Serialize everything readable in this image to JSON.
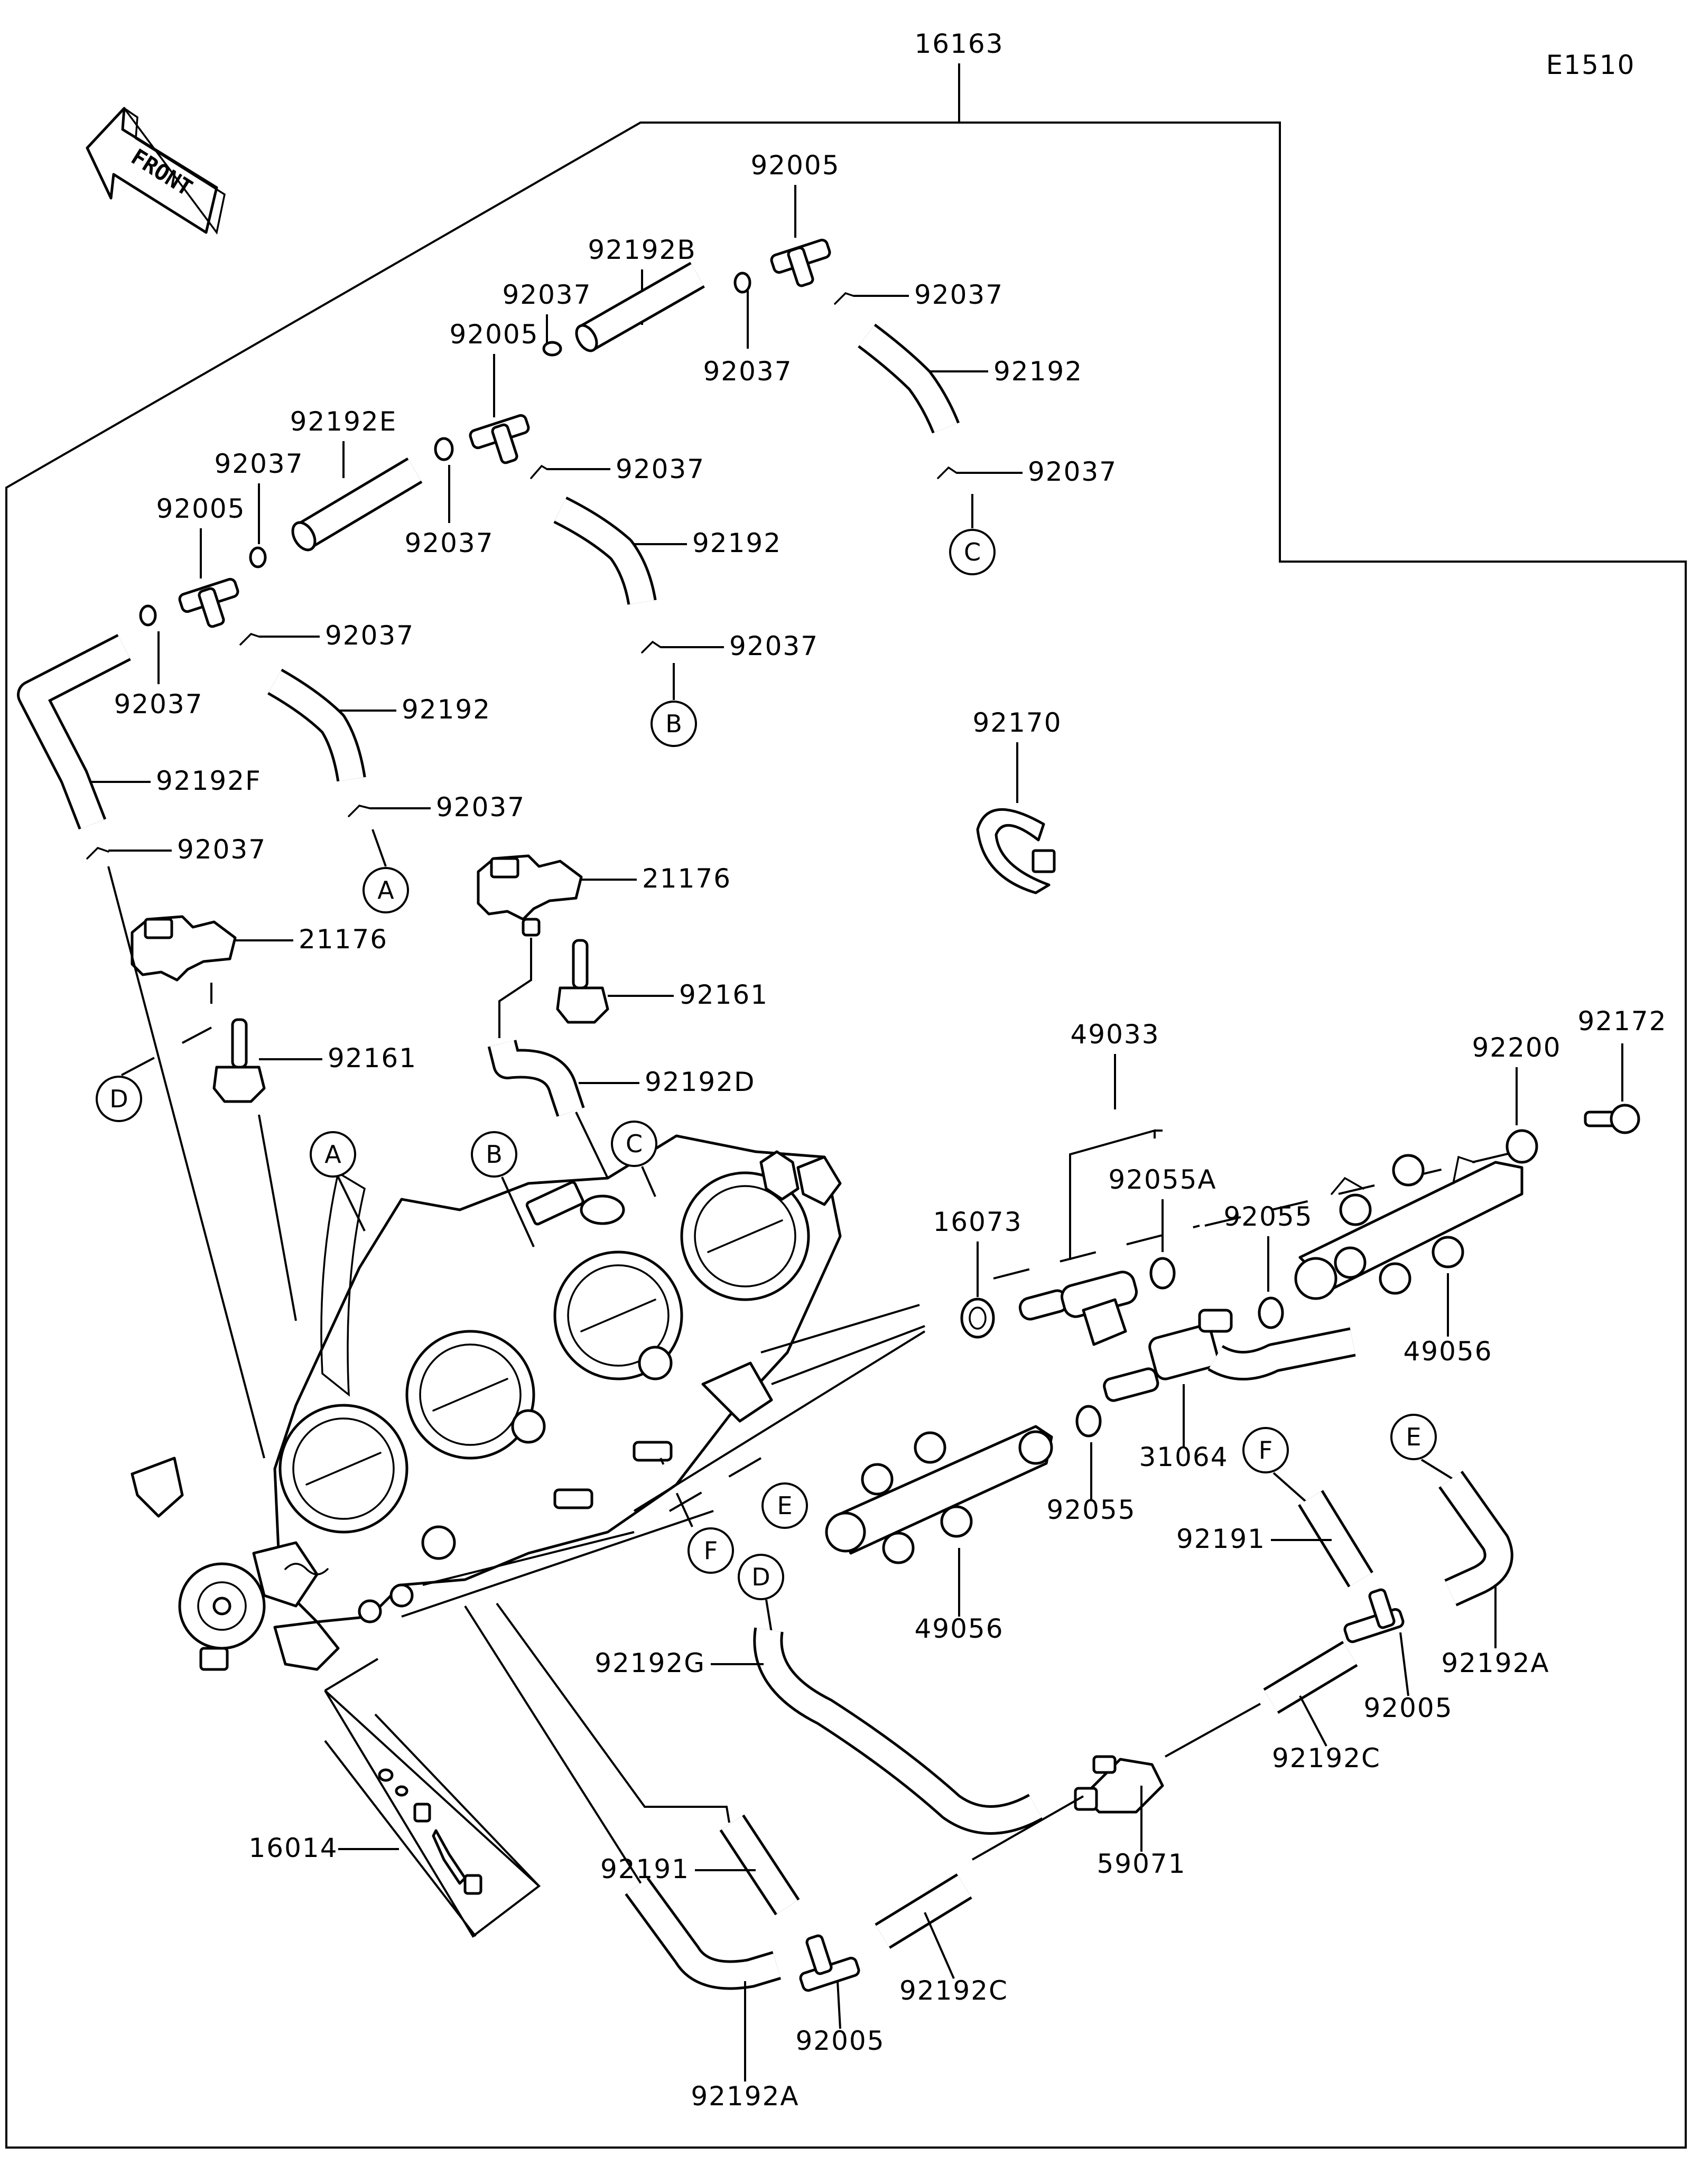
{
  "diagram_code": "E1510",
  "front_label": "FRONT",
  "assembly_part": "16163",
  "parts": {
    "p92005_top": "92005",
    "p92192B": "92192B",
    "p92037_a": "92037",
    "p92037_b": "92037",
    "p92037_c": "92037",
    "p92005_mid": "92005",
    "p92192_top": "92192",
    "p92192E": "92192E",
    "p92037_d": "92037",
    "p92037_e": "92037",
    "p92037_f": "92037",
    "p92005_left": "92005",
    "p92192_mid": "92192",
    "p92037_g": "92037",
    "p92037_h": "92037",
    "p92192_left": "92192",
    "p92037_i": "92037",
    "p92037_j": "92037",
    "p92192F": "92192F",
    "p92037_k": "92037",
    "p92037_l": "92037",
    "p92170": "92170",
    "p21176_a": "21176",
    "p21176_b": "21176",
    "p92161_a": "92161",
    "p92161_b": "92161",
    "p92192D": "92192D",
    "p49033": "49033",
    "p92055A": "92055A",
    "p92200": "92200",
    "p92172": "92172",
    "p16073": "16073",
    "p92055_a": "92055",
    "p49056_a": "49056",
    "p31064": "31064",
    "p92055_b": "92055",
    "p49056_b": "49056",
    "p92191_a": "92191",
    "p92192A_a": "92192A",
    "p92005_b": "92005",
    "p92192G": "92192G",
    "p92192C_a": "92192C",
    "p59071": "59071",
    "p16014": "16014",
    "p92191_b": "92191",
    "p92192C_b": "92192C",
    "p92005_c": "92005",
    "p92192A_b": "92192A"
  },
  "refs": {
    "a1": "A",
    "a2": "A",
    "b1": "B",
    "b2": "B",
    "c1": "C",
    "c2": "C",
    "d1": "D",
    "d2": "D",
    "e1": "E",
    "e2": "E",
    "f1": "F",
    "f2": "F"
  }
}
